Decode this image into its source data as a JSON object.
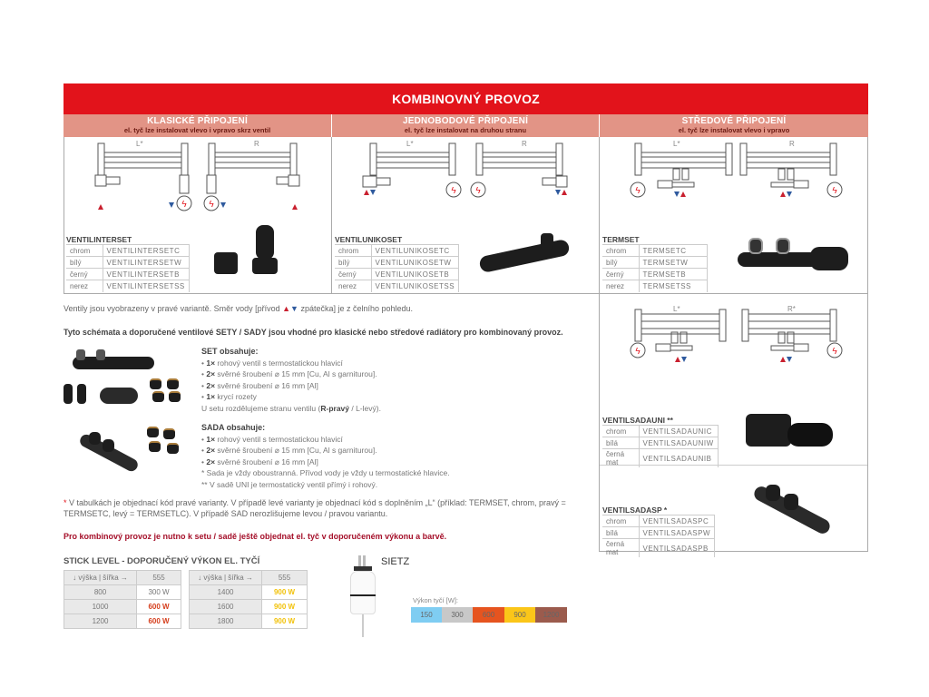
{
  "banner": {
    "title": "KOMBINOVNÝ PROVOZ",
    "color": "#e2131b"
  },
  "columns": [
    {
      "title": "KLASICKÉ PŘIPOJENÍ",
      "subtitle": "el. tyč lze instalovat vlevo i vpravo skrz ventil",
      "diagram_labels": [
        "L*",
        "R"
      ],
      "set": {
        "name": "VENTILINTERSET",
        "rows": [
          {
            "finish": "chrom",
            "code": "VENTILINTERSETC"
          },
          {
            "finish": "bílý",
            "code": "VENTILINTERSETW"
          },
          {
            "finish": "černý",
            "code": "VENTILINTERSETB"
          },
          {
            "finish": "nerez",
            "code": "VENTILINTERSETSS"
          }
        ]
      }
    },
    {
      "title": "JEDNOBODOVÉ PŘIPOJENÍ",
      "subtitle": "el. tyč lze instalovat na druhou stranu",
      "diagram_labels": [
        "L*",
        "R"
      ],
      "set": {
        "name": "VENTILUNIKOSET",
        "rows": [
          {
            "finish": "chrom",
            "code": "VENTILUNIKOSETC"
          },
          {
            "finish": "bílý",
            "code": "VENTILUNIKOSETW"
          },
          {
            "finish": "černý",
            "code": "VENTILUNIKOSETB"
          },
          {
            "finish": "nerez",
            "code": "VENTILUNIKOSETSS"
          }
        ]
      }
    },
    {
      "title": "STŘEDOVÉ PŘIPOJENÍ",
      "subtitle": "el. tyč lze instalovat vlevo i vpravo",
      "diagram_labels": [
        "L*",
        "R"
      ],
      "set": {
        "name": "TERMSET",
        "rows": [
          {
            "finish": "chrom",
            "code": "TERMSETC"
          },
          {
            "finish": "bílý",
            "code": "TERMSETW"
          },
          {
            "finish": "černý",
            "code": "TERMSETB"
          },
          {
            "finish": "nerez",
            "code": "TERMSETSS"
          }
        ]
      }
    }
  ],
  "right_panel": {
    "diagram_labels": [
      "L*",
      "R*"
    ],
    "sada_uni": {
      "name": "VENTILSADAUNI **",
      "rows": [
        {
          "finish": "chrom",
          "code": "VENTILSADAUNIC"
        },
        {
          "finish": "bílá",
          "code": "VENTILSADAUNIW"
        },
        {
          "finish": "černá mat",
          "code": "VENTILSADAUNIB"
        }
      ]
    },
    "sada_sp": {
      "name": "VENTILSADASP *",
      "rows": [
        {
          "finish": "chrom",
          "code": "VENTILSADASPC"
        },
        {
          "finish": "bílá",
          "code": "VENTILSADASPW"
        },
        {
          "finish": "černá mat",
          "code": "VENTILSADASPB"
        }
      ]
    }
  },
  "notes": {
    "direction": "Ventily jsou vyobrazeny v pravé variantě.  Směr vody [přívod ▲▼ zpátečka]  je z čelního pohledu.",
    "direction_parts": [
      "Ventily jsou vyobrazeny v pravé variantě.  Směr vody [přívod ",
      "▲",
      "▼",
      " zpátečka]  je z čelního pohledu."
    ],
    "intro": "Tyto schémata a doporučené ventilové SETY / SADY jsou vhodné pro klasické nebo středové radiátory pro kombinovaný provoz.",
    "set_heading": "SET obsahuje:",
    "set_items": [
      {
        "qty": "1×",
        "text": " rohový ventil s termostatickou hlavicí"
      },
      {
        "qty": "2×",
        "text": " svěrné šroubení ⌀ 15 mm [Cu, Al s garniturou]."
      },
      {
        "qty": "2×",
        "text": " svěrné šroubení ⌀ 16 mm [Al]"
      },
      {
        "qty": "1×",
        "text": " krycí rozety"
      }
    ],
    "set_footer_pre": "U setu rozdělujeme stranu ventilu (",
    "set_footer_bold": "R-pravý",
    "set_footer_post": " / L-levý).",
    "sada_heading": "SADA obsahuje:",
    "sada_items": [
      {
        "qty": "1×",
        "text": " rohový ventil s termostatickou hlavicí"
      },
      {
        "qty": "2×",
        "text": " svěrné šroubení ⌀ 15 mm [Cu, Al s garniturou]."
      },
      {
        "qty": "2×",
        "text": " svěrné šroubení ⌀ 16 mm [Al]"
      }
    ],
    "sada_note1": "* Sada je vždy oboustranná. Přívod vody je vždy u termostatické hlavice.",
    "sada_note2": "** V sadě UNI je termostatický ventil přímý i rohový.",
    "star_mark": "*",
    "footnote": "V tabulkách je objednací kód pravé varianty. V případě levé varianty je objednací kód s doplněním „L“ (příklad: TERMSET, chrom, pravý = TERMSETC, levý = TERMSETLC). V případě SAD nerozlišujeme levou / pravou variantu.",
    "warning": "Pro kombinový provoz je nutno k setu / sadě ještě objednat el. tyč v doporučeném výkonu a barvě."
  },
  "stick_level": {
    "title": "STICK LEVEL - DOPORUČENÝ VÝKON EL. TYČÍ",
    "table1": {
      "header": [
        "↓ výška | šířka →",
        "555"
      ],
      "rows": [
        [
          "800",
          "300 W"
        ],
        [
          "1000",
          "600 W"
        ],
        [
          "1200",
          "600 W"
        ]
      ]
    },
    "table2": {
      "header": [
        "↓ výška | šířka →",
        "555"
      ],
      "rows": [
        [
          "1400",
          "900 W"
        ],
        [
          "1600",
          "900 W"
        ],
        [
          "1800",
          "900 W"
        ]
      ]
    }
  },
  "heater": {
    "name": "SIETZ",
    "legend_title": "Výkon tyčí [W]:",
    "legend": [
      {
        "label": "150",
        "color": "#7fcdf2"
      },
      {
        "label": "300",
        "color": "#c8c8c8"
      },
      {
        "label": "600",
        "color": "#e6541f"
      },
      {
        "label": "900",
        "color": "#fbc619"
      },
      {
        "label": "1200",
        "color": "#9b5b4d"
      }
    ]
  }
}
